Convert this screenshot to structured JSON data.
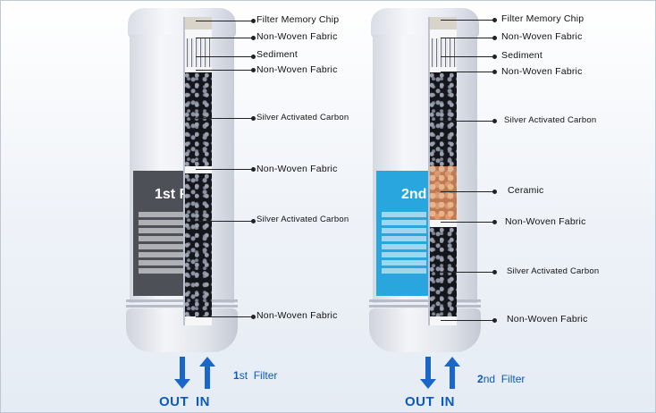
{
  "filters": [
    {
      "ordinal": "1",
      "suffix": "st",
      "word": "Filter",
      "label_color": "#4d5057",
      "label_big_text": "1st F",
      "layers": [
        "Filter Memory Chip",
        "Non-Woven Fabric",
        "Sediment",
        "Non-Woven Fabric",
        "Silver Activated Carbon",
        "Non-Woven Fabric",
        "Silver Activated Carbon",
        "Non-Woven Fabric"
      ]
    },
    {
      "ordinal": "2",
      "suffix": "nd",
      "word": "Filter",
      "label_color": "#2aa6df",
      "label_big_text": "2nd",
      "layers": [
        "Filter Memory Chip",
        "Non-Woven Fabric",
        "Sediment",
        "Non-Woven Fabric",
        "Silver Activated Carbon",
        "Ceramic",
        "Non-Woven Fabric",
        "Silver Activated Carbon",
        "Non-Woven Fabric"
      ]
    }
  ],
  "flow": {
    "out": "OUT",
    "in": "IN"
  },
  "colors": {
    "accent_blue": "#1a66c9",
    "carbon": "#14161c",
    "ceramic": "#c07a52"
  }
}
